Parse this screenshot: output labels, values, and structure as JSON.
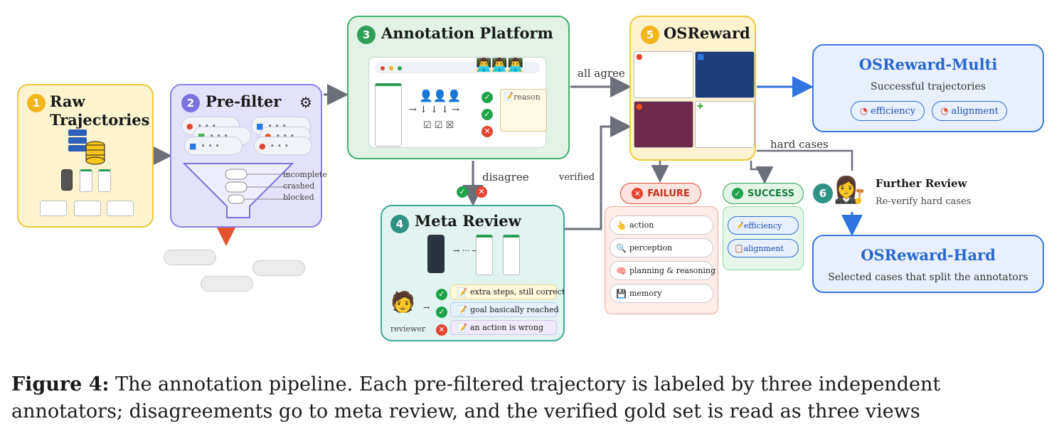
{
  "nodes": {
    "raw": {
      "num": "1",
      "title_l1": "Raw",
      "title_l2": "Trajectories"
    },
    "prefilter": {
      "num": "2",
      "title": "Pre-filter",
      "reasons": [
        "incomplete",
        "crashed",
        "blocked"
      ]
    },
    "annotation": {
      "num": "3",
      "title": "Annotation Platform",
      "reason_label": "reason"
    },
    "meta": {
      "num": "4",
      "title": "Meta Review",
      "reviewer_label": "reviewer",
      "items": [
        "extra steps, still correct",
        "goal basically reached",
        "an action is wrong"
      ]
    },
    "osreward": {
      "num": "5",
      "title": "OSReward"
    },
    "further": {
      "num": "6",
      "title": "Further Review",
      "subtitle": "Re-verify hard cases"
    },
    "multi": {
      "title": "OSReward-Multi",
      "subtitle": "Successful trajectories",
      "tags": [
        "efficiency",
        "alignment"
      ]
    },
    "hard": {
      "title": "OSReward-Hard",
      "subtitle": "Selected cases that split the annotators"
    },
    "failure": {
      "title": "FAILURE",
      "items": [
        "action",
        "perception",
        "planning & reasoning",
        "memory"
      ]
    },
    "success": {
      "title": "SUCCESS",
      "items": [
        "efficiency",
        "alignment"
      ]
    }
  },
  "edges": {
    "all_agree": "all agree",
    "disagree": "disagree",
    "verified": "verified",
    "hard_cases": "hard cases"
  },
  "caption": {
    "label": "Figure 4:",
    "text": " The annotation pipeline. Each pre-filtered trajectory is labeled by three independent annotators; disagreements go to meta review, and the verified gold set is read as three views"
  },
  "colors": {
    "raw_fill": "#fdf3cf",
    "raw_border": "#f0c93a",
    "prefilter_fill": "#e4e2fb",
    "prefilter_border": "#8a82e6",
    "annotation_fill": "#e2f3e6",
    "annotation_border": "#3fb06a",
    "meta_fill": "#e2f4f1",
    "meta_border": "#3fa898",
    "osreward_fill": "#fdf3cf",
    "osreward_border": "#f0c93a",
    "blue_fill": "#e8f0fd",
    "blue_border": "#3a78e0",
    "failure_fill": "#fdece8",
    "failure_border": "#f0a898",
    "success_fill": "#e6f6ea",
    "success_border": "#8fd6a0",
    "arrow_gray": "#6b6f7a",
    "arrow_blue": "#2f74e0",
    "arrow_red": "#e4532e"
  }
}
